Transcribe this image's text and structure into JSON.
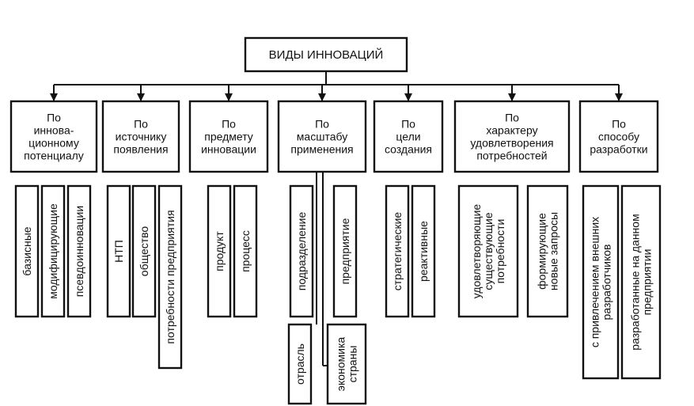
{
  "title": "ВИДЫ ИННОВАЦИЙ",
  "categories": [
    {
      "label": [
        "По",
        "иннова-",
        "ционному",
        "потенциалу"
      ],
      "items": [
        [
          "базисные"
        ],
        [
          "модифицирующие"
        ],
        [
          "псевдоинновации"
        ]
      ]
    },
    {
      "label": [
        "По",
        "источнику",
        "появления"
      ],
      "items": [
        [
          "НТП"
        ],
        [
          "общество"
        ],
        [
          "потребности предприятия"
        ]
      ]
    },
    {
      "label": [
        "По",
        "предмету",
        "инновации"
      ],
      "items": [
        [
          "продукт"
        ],
        [
          "процесс"
        ]
      ]
    },
    {
      "label": [
        "По",
        "масштабу",
        "применения"
      ],
      "items": [
        [
          "подразделение"
        ],
        [
          "предприятие"
        ],
        [
          "отрасль"
        ],
        [
          "экономика",
          "страны"
        ]
      ]
    },
    {
      "label": [
        "По",
        "цели",
        "создания"
      ],
      "items": [
        [
          "стратегические"
        ],
        [
          "реактивные"
        ]
      ]
    },
    {
      "label": [
        "По",
        "характеру",
        "удовлетворения",
        "потребностей"
      ],
      "items": [
        [
          "удовлетворяющие",
          "существующие",
          "потребности"
        ],
        [
          "формирующие",
          "новые запросы"
        ]
      ]
    },
    {
      "label": [
        "По",
        "способу",
        "разработки"
      ],
      "items": [
        [
          "с привлечением внешних",
          "разработчиков"
        ],
        [
          "разработанные на данном",
          "предприятии"
        ]
      ]
    }
  ]
}
